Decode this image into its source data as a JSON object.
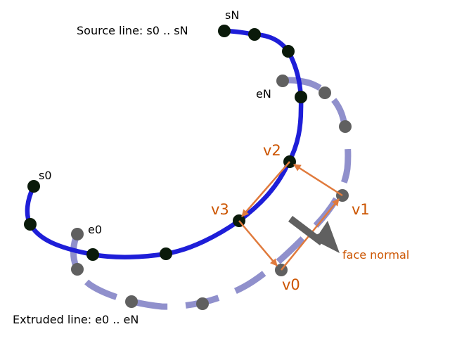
{
  "labels": {
    "source_line": "Source line: s0 .. sN",
    "extruded_line": "Extruded line: e0 .. eN",
    "s0": "s0",
    "sN": "sN",
    "e0": "e0",
    "eN": "eN",
    "v0": "v0",
    "v1": "v1",
    "v2": "v2",
    "v3": "v3",
    "face_normal": "face normal"
  },
  "colors": {
    "source_line": "#1e1ed8",
    "extruded_line": "#9090cc",
    "source_points": "#0a1a0a",
    "extruded_points": "#606060",
    "quad_edges": "#e07a3c",
    "normal_arrow": "#606060",
    "vertex_labels": "#cc5500",
    "text": "#000000"
  }
}
